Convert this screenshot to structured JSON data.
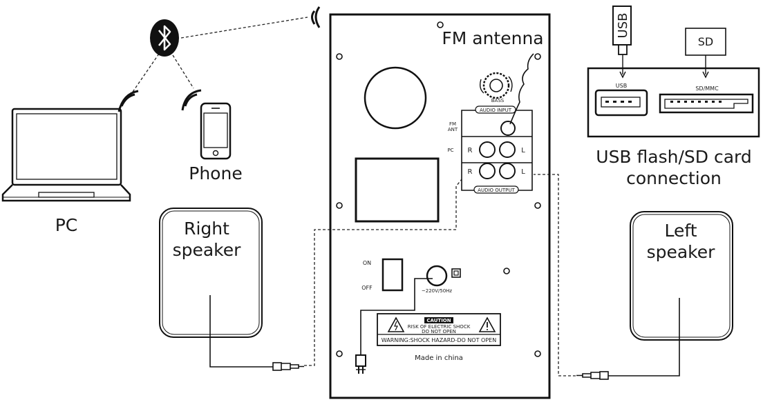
{
  "labels": {
    "fm_antenna": "FM antenna",
    "phone": "Phone",
    "pc": "PC",
    "right_speaker_line1": "Right",
    "right_speaker_line2": "speaker",
    "left_speaker_line1": "Left",
    "left_speaker_line2": "speaker",
    "usb_sd_line1": "USB flash/SD card",
    "usb_sd_line2": "connection",
    "usb_stick": "USB",
    "sd_card": "SD",
    "usb_port": "USB",
    "sd_port": "SD/MMC",
    "bass": "BASS",
    "audio_input": "AUDIO INPUT",
    "audio_output": "AUDIO OUTPUT",
    "fm_ant_1": "FM",
    "fm_ant_2": "ANT",
    "pc_port": "PC",
    "r": "R",
    "l": "L",
    "on": "ON",
    "off": "OFF",
    "voltage": "~220V/50Hz",
    "caution": "CAUTION",
    "risk_1": "RISK OF ELECTRIC SHOCK",
    "risk_2": "DO NOT OPEN",
    "warning": "WARNING:SHOCK HAZARD-DO NOT OPEN",
    "made_in": "Made in china"
  },
  "icons": [
    "bluetooth-icon",
    "wireless-signal-icon",
    "laptop-icon",
    "smartphone-icon",
    "usb-stick-icon",
    "power-plug-icon",
    "audio-jack-icon",
    "warning-icon"
  ]
}
